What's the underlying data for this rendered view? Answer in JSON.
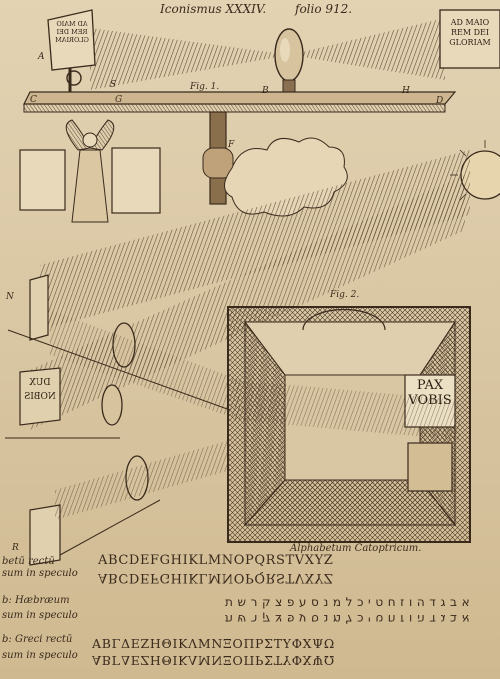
{
  "header": {
    "plate": "Iconismus XXXIV.",
    "folio": "folio 912."
  },
  "figures": {
    "fig1": "Fig. 1.",
    "fig2": "Fig. 2."
  },
  "boxes": {
    "left_mirror": "AD MAIO REM DEI GLORIAM",
    "right": "AD MAIO REM DEI GLORIAM",
    "pax": "PAX VOBIS",
    "dux_top": "DUX",
    "dux_bottom": "NOBIS"
  },
  "letters": {
    "a": "A",
    "s": "S",
    "c": "C",
    "g": "G",
    "b": "B",
    "h": "H",
    "d": "D",
    "f": "F",
    "n": "N",
    "r": "R"
  },
  "caption": "Alphabetum Catoptricum.",
  "rows": {
    "latin_label": "betū  rectū",
    "latin_label2": "sum in speculo",
    "latin": "ABCDEFGHIKLMNOPQRSTVXYZ",
    "latin_mirror": "ABCDEFGHIKLMNOPQRSTVXYZ",
    "hebrew_label": "b: Hæbræum",
    "hebrew_label2": "sum in speculo",
    "hebrew": "א ב ג ד ה ו ז ח ט י כ ל מ נ ס ע פ צ ק ר ש ת",
    "hebrew_mirror": "א ב ג ד ה ו ז ח ט י כ ל מ נ ס ע פ צ ק ר ש ת",
    "greek_label": "b: Greci rectū",
    "greek_label2": "sum in speculo",
    "greek": "ΑΒΓΔΕΖΗΘΙΚΛΜΝΞΟΠΡΣΤΥΦΧΨΩ",
    "greek_mirror": "ΑΒΓΔΕΖΗΘΙΚΛΜΝΞΟΠΡΣΤΥΦΧΨΩ"
  },
  "colors": {
    "ink": "#3a2a1c",
    "paper": "#e0cfae"
  }
}
